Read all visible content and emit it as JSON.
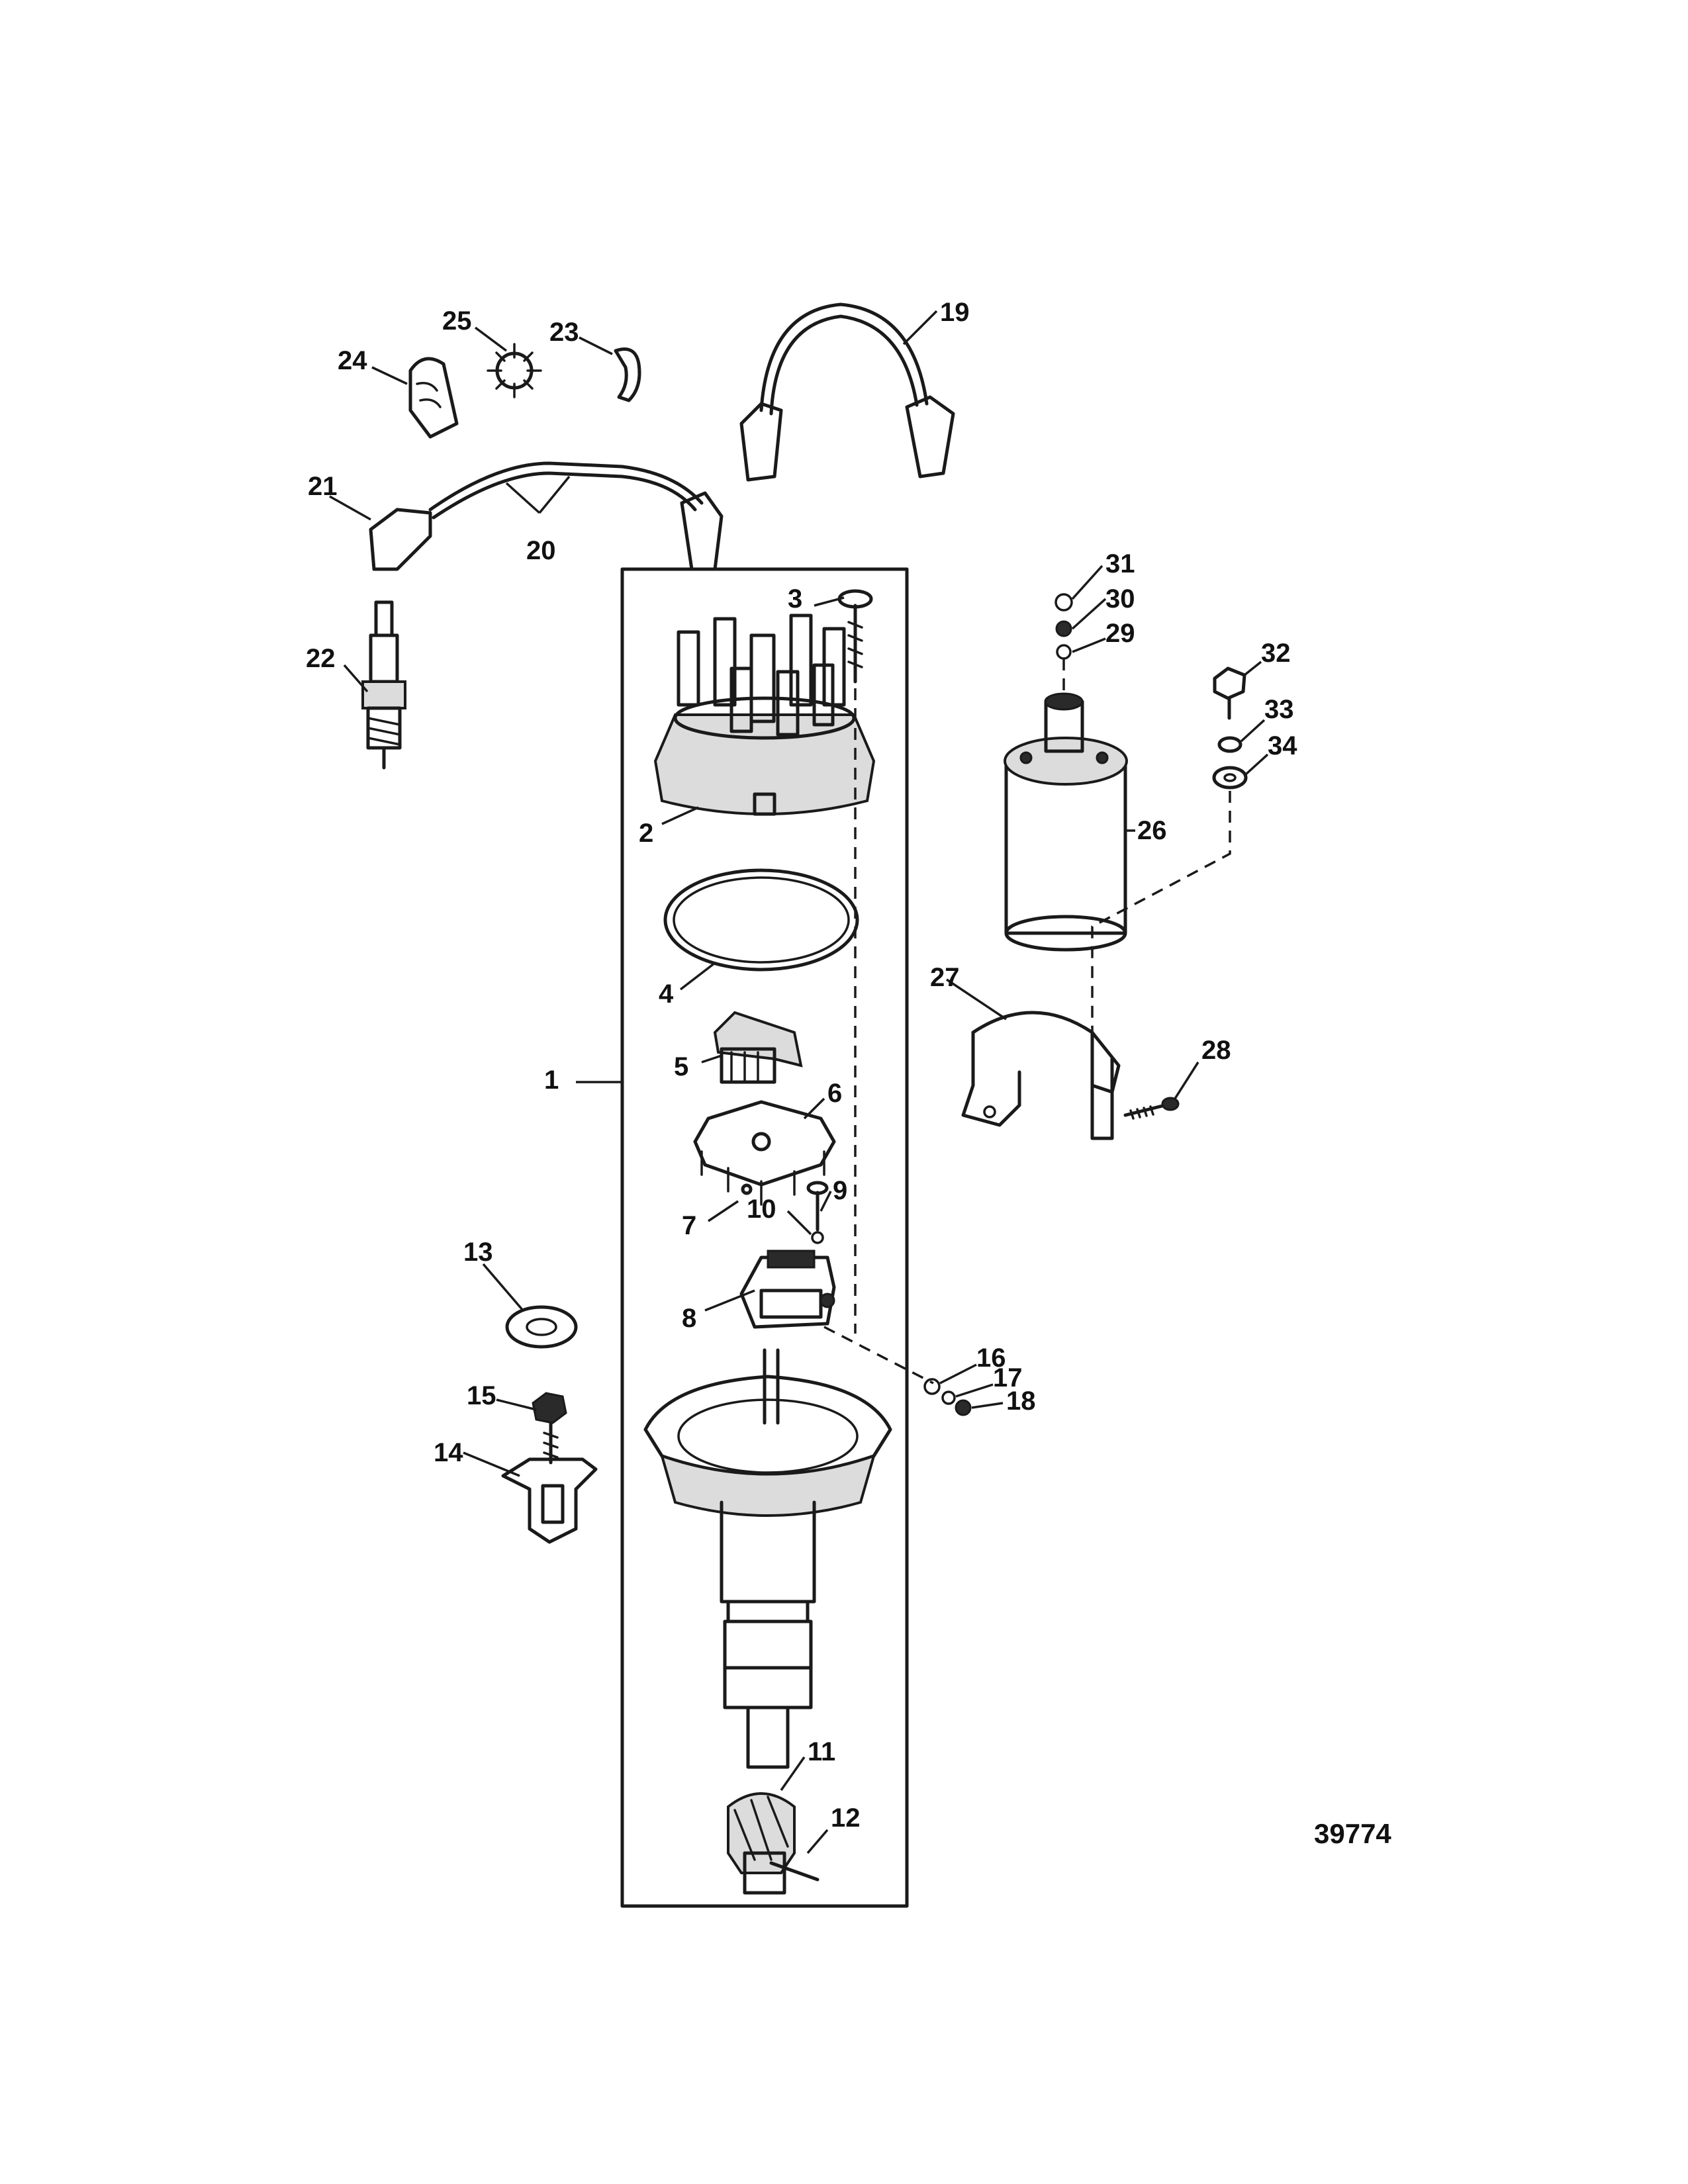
{
  "figure_id": "39774",
  "callouts": {
    "c1": "1",
    "c2": "2",
    "c3": "3",
    "c4": "4",
    "c5": "5",
    "c6": "6",
    "c7": "7",
    "c8": "8",
    "c9": "9",
    "c10": "10",
    "c11": "11",
    "c12": "12",
    "c13": "13",
    "c14": "14",
    "c15": "15",
    "c16": "16",
    "c17": "17",
    "c18": "18",
    "c19": "19",
    "c20": "20",
    "c21": "21",
    "c22": "22",
    "c23": "23",
    "c24": "24",
    "c25": "25",
    "c26": "26",
    "c27": "27",
    "c28": "28",
    "c29": "29",
    "c30": "30",
    "c31": "31",
    "c32": "32",
    "c33": "33",
    "c34": "34"
  }
}
